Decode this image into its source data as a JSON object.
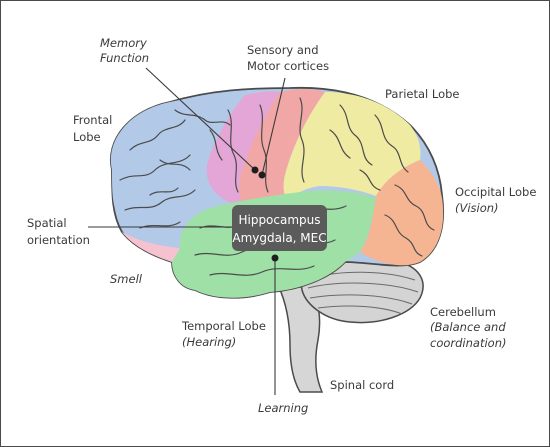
{
  "labels": {
    "memory_function": [
      "Memory",
      "Function"
    ],
    "sensory_motor": [
      "Sensory and",
      "Motor cortices"
    ],
    "parietal_lobe": "Parietal Lobe",
    "frontal_lobe": [
      "Frontal",
      "Lobe"
    ],
    "occipital_lobe": "Occipital Lobe",
    "occipital_sub": "(Vision)",
    "spatial_orientation": [
      "Spatial",
      "orientation"
    ],
    "smell": "Smell",
    "cerebellum": "Cerebellum",
    "cerebellum_sub": [
      "(Balance and",
      "coordination)"
    ],
    "temporal_lobe": "Temporal Lobe",
    "temporal_sub": "(Hearing)",
    "spinal_cord": "Spinal cord",
    "learning": "Learning"
  },
  "center_box": {
    "line1": "Hippocampus",
    "line2": "Amygdala, MEC"
  },
  "colors": {
    "frontal": "#b3c9e8",
    "motor_pink": "#e3a6d6",
    "sensory_red": "#f2a7a7",
    "parietal": "#f0eba3",
    "occipital": "#f6b592",
    "temporal": "#9fe0a6",
    "smell_pink": "#f6c2cf",
    "cerebellum": "#d4d4d4",
    "outline": "#4b4b4b",
    "center_box": "#5b5b5b"
  }
}
